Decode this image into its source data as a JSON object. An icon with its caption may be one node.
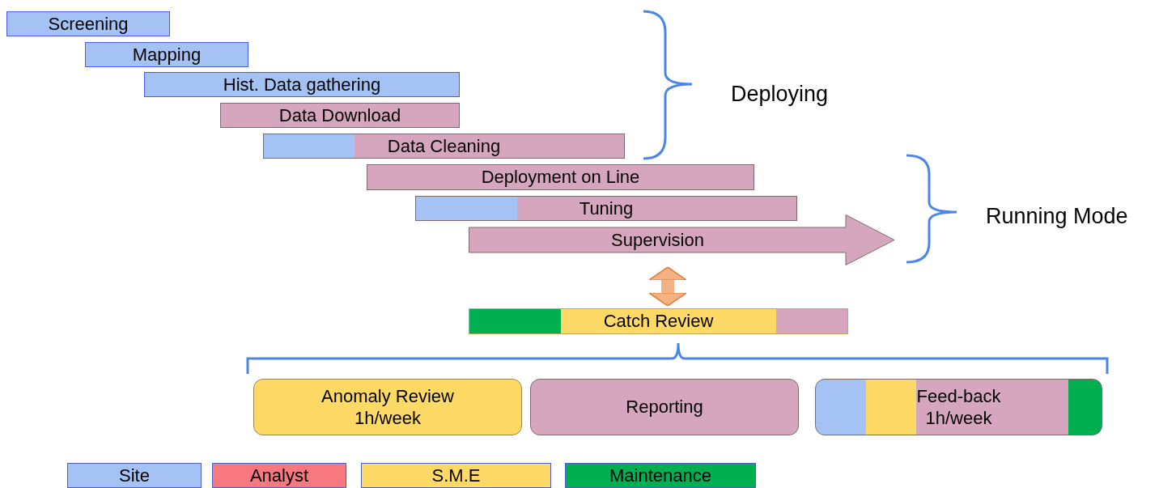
{
  "diagram": {
    "nodes": [
      {
        "text": [
          "Screening"
        ]
      },
      {
        "text": [
          "Mapping"
        ]
      },
      {
        "text": [
          "Hist. Data gathering"
        ]
      },
      {
        "text": [
          "Data Download"
        ]
      },
      {
        "text": [
          "Data Cleaning"
        ]
      },
      {
        "text": [
          "Deployment on Line"
        ]
      },
      {
        "text": [
          "Tuning"
        ]
      },
      {
        "text": [
          "Supervision"
        ]
      },
      {
        "text": [
          "Catch Review"
        ]
      },
      {
        "text": [
          "Anomaly Review",
          "1h/week"
        ]
      },
      {
        "text": [
          "Reporting"
        ]
      },
      {
        "text": [
          "Feed-back",
          "1h/week"
        ]
      }
    ],
    "edges": [
      {
        "from": 7,
        "to": 8,
        "arrow": "both",
        "color": "#f4b183"
      }
    ],
    "labels": [
      "Deploying",
      "Running Mode"
    ],
    "legend": [
      {
        "text": "Site",
        "color": "#a4c2f4"
      },
      {
        "text": "Analyst",
        "color": "#f7797f"
      },
      {
        "text": "S.M.E",
        "color": "#ffd966"
      },
      {
        "text": "Maintenance",
        "color": "#00b050"
      }
    ]
  }
}
